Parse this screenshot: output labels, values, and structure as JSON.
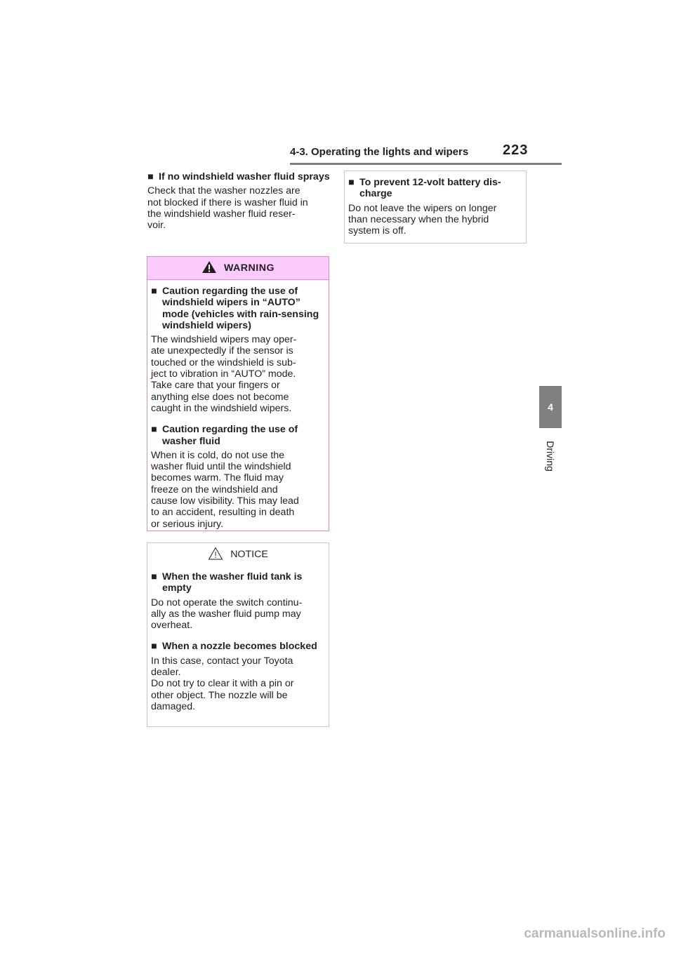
{
  "header": {
    "title": "4-3. Operating the lights and wipers",
    "page_number": "223"
  },
  "chapter_tab": {
    "number": "4",
    "name": "Driving"
  },
  "left_column": {
    "heading": "If no windshield washer fluid sprays",
    "body": "Check that the washer nozzles are\nnot blocked if there is washer fluid in\nthe windshield washer fluid reser-\nvoir."
  },
  "warning_box": {
    "title": "WARNING",
    "sections": [
      {
        "heading": "Caution regarding the use of windshield wipers in “AUTO” mode (vehicles with rain-sensing windshield wipers)",
        "body": "The windshield wipers may oper-\nate unexpectedly if the sensor is\ntouched or the windshield is sub-\nject to vibration in “AUTO” mode.\nTake care that your fingers or\nanything else does not become\ncaught in the windshield wipers."
      },
      {
        "heading": "Caution regarding the use of washer fluid",
        "body": "When it is cold, do not use the\nwasher fluid until the windshield\nbecomes warm. The fluid may\nfreeze on the windshield and\ncause low visibility. This may lead\nto an accident, resulting in death\nor serious injury."
      }
    ]
  },
  "notice_box": {
    "title": "NOTICE",
    "sections": [
      {
        "heading": "When the washer fluid tank is empty",
        "body": "Do not operate the switch continu-\nally as the washer fluid pump may\noverheat."
      },
      {
        "heading": "When a nozzle becomes blocked",
        "body": "In this case, contact your Toyota\ndealer.\nDo not try to clear it with a pin or\nother object. The nozzle will be\ndamaged."
      }
    ]
  },
  "right_box": {
    "heading": "To prevent 12-volt battery dis-charge",
    "body": "Do not leave the wipers on longer\nthan necessary when the hybrid\nsystem is off."
  },
  "bullet_symbol": "■",
  "colors": {
    "warning_header_bg": "#fccafc",
    "warning_border": "#d88ad8",
    "rule_gray": "#808080"
  },
  "watermark": "carmanualsonline.info"
}
